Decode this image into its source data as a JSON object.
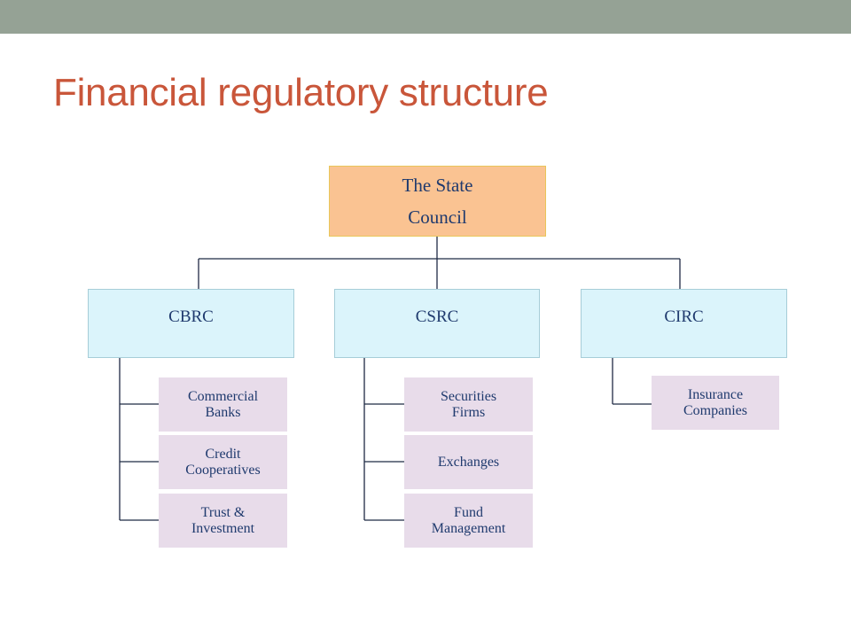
{
  "title": "Financial regulatory structure",
  "colors": {
    "top_bar": "#95a295",
    "title": "#c9563a",
    "root_fill": "#fac392",
    "regulator_fill": "#dbf4fb",
    "institution_fill": "#e8dcea",
    "connector": "#1f2a44"
  },
  "root": {
    "line1": "The State",
    "line2": "Council"
  },
  "regulators": [
    {
      "label": "CBRC"
    },
    {
      "label": "CSRC"
    },
    {
      "label": "CIRC"
    }
  ],
  "institutions": {
    "cbrc": [
      {
        "line1": "Commercial",
        "line2": "Banks"
      },
      {
        "line1": "Credit",
        "line2": "Cooperatives"
      },
      {
        "line1": "Trust &",
        "line2": "Investment"
      }
    ],
    "csrc": [
      {
        "line1": "Securities",
        "line2": "Firms"
      },
      {
        "line1": "Exchanges",
        "line2": ""
      },
      {
        "line1": "Fund",
        "line2": "Management"
      }
    ],
    "circ": [
      {
        "line1": "Insurance",
        "line2": "Companies"
      }
    ]
  }
}
